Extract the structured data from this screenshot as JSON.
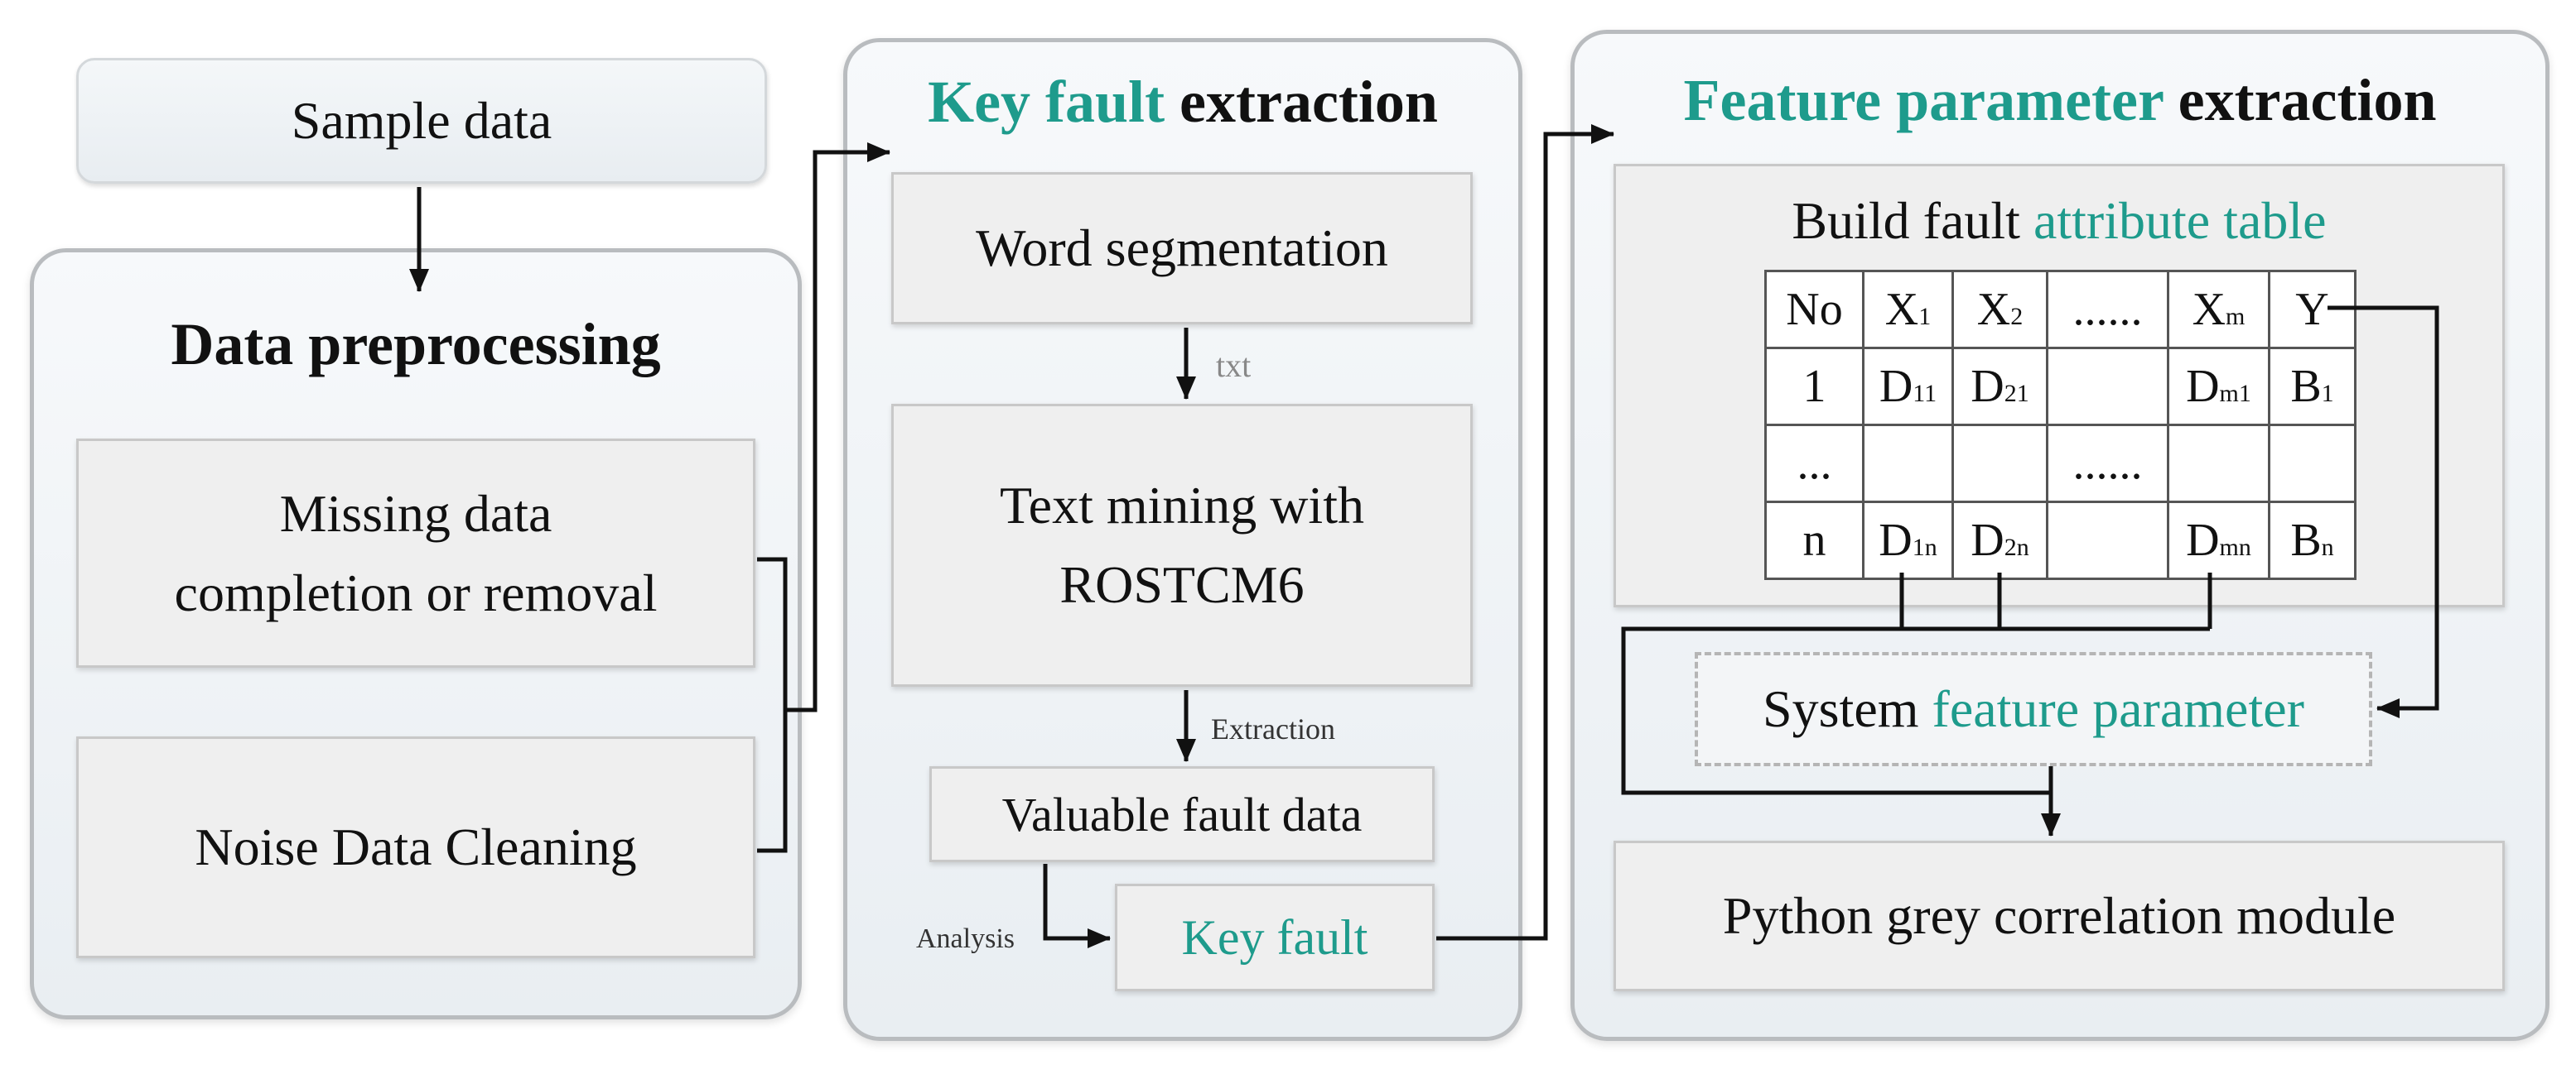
{
  "sample_data": "Sample data",
  "preprocessing": {
    "title": "Data preprocessing",
    "missing_line1": "Missing data",
    "missing_line2": "completion or removal",
    "noise": "Noise Data Cleaning"
  },
  "key_fault_section": {
    "title_highlight": "Key fault",
    "title_rest": " extraction",
    "word_segmentation": "Word segmentation",
    "txt_label": "txt",
    "text_mining_line1": "Text mining with",
    "text_mining_line2": "ROSTCM6",
    "extraction_label": "Extraction",
    "valuable": "Valuable fault data",
    "analysis_label": "Analysis",
    "key_fault": "Key fault"
  },
  "feature_section": {
    "title_highlight": "Feature parameter",
    "title_rest": " extraction",
    "build_prefix": "Build fault ",
    "build_highlight": "attribute table",
    "table": {
      "header": [
        "No",
        "X",
        "X",
        "......",
        "X",
        "Y"
      ],
      "header_sub": [
        "",
        "1",
        "2",
        "",
        "m",
        ""
      ],
      "row1": [
        "1",
        "D",
        "D",
        "",
        "D",
        "B"
      ],
      "row1_sub": [
        "",
        "11",
        "21",
        "",
        "m1",
        "1"
      ],
      "row2": [
        "...",
        "",
        "",
        "......",
        "",
        ""
      ],
      "row3": [
        "n",
        "D",
        "D",
        "",
        "D",
        "B"
      ],
      "row3_sub": [
        "",
        "1n",
        "2n",
        "",
        "mn",
        "n"
      ]
    },
    "system_prefix": "System ",
    "system_highlight": "feature parameter",
    "python": "Python grey correlation module"
  },
  "colors": {
    "accent": "#1e9b8c",
    "panel_border": "#b9bcbf",
    "box_fill": "#efefef"
  }
}
